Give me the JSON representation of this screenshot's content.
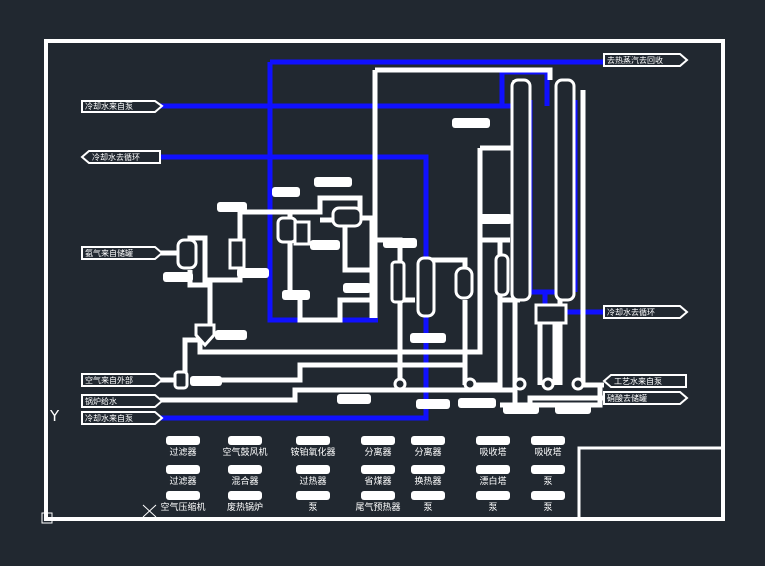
{
  "inlet_tags": {
    "cooling_water_in_top": "冷却水来自泵",
    "cooling_water_return_top": "冷却水去循环",
    "ammonia_from_tank": "氨气来自储罐",
    "air_from_outside": "空气来自外部",
    "boiler_feed_water": "锅炉给水",
    "cooling_water_in_bottom": "冷却水来自泵"
  },
  "outlet_tags": {
    "steam_to_recovery": "去热蒸汽去回收",
    "cooling_water_return_right": "冷却水去循环",
    "process_water_from_pump": "工艺水来自泵",
    "acid_to_storage": "硝酸去储罐"
  },
  "legend_rows": [
    [
      "过滤器",
      "空气鼓风机",
      "铵铂氧化器",
      "分离器",
      "分离器",
      "吸收塔",
      "吸收塔"
    ],
    [
      "过滤器",
      "混合器",
      "过热器",
      "省煤器",
      "换热器",
      "漂白塔",
      "泵"
    ],
    [
      "空气压缩机",
      "废热锅炉",
      "泵",
      "尾气预热器",
      "泵",
      "泵",
      "泵"
    ]
  ],
  "axis_marker": "Y",
  "colors": {
    "background": "#212830",
    "pipe": "#ffffff",
    "cooling_line": "#1010ff"
  }
}
